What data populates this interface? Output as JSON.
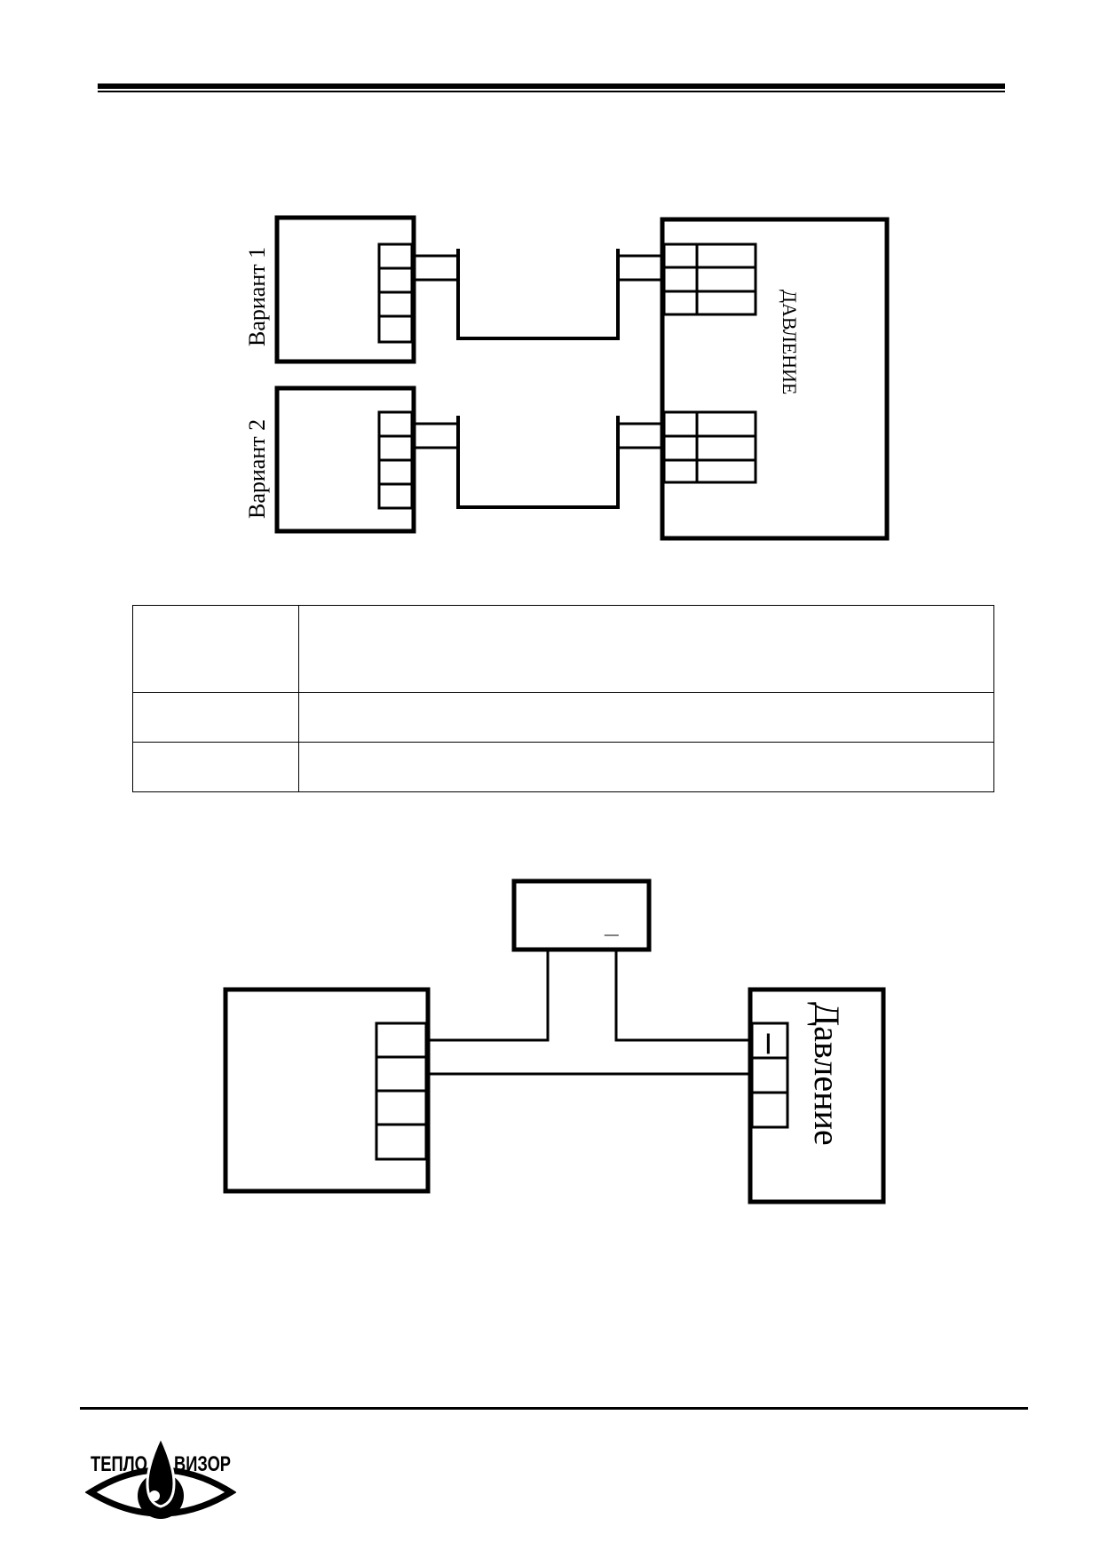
{
  "diagram1": {
    "variant1_label": "Вариант 1",
    "variant2_label": "Вариант 2",
    "pressure_label": "ДАВЛЕНИЕ"
  },
  "table": {
    "rows": [
      [
        "",
        ""
      ],
      [
        "",
        ""
      ],
      [
        "",
        ""
      ]
    ]
  },
  "diagram2": {
    "supply_minus": "_",
    "terminal_marker": "|",
    "pressure_label": "Давление"
  },
  "logo": {
    "text_left": "ТЕПЛО",
    "text_right": "ВИЗОР"
  }
}
